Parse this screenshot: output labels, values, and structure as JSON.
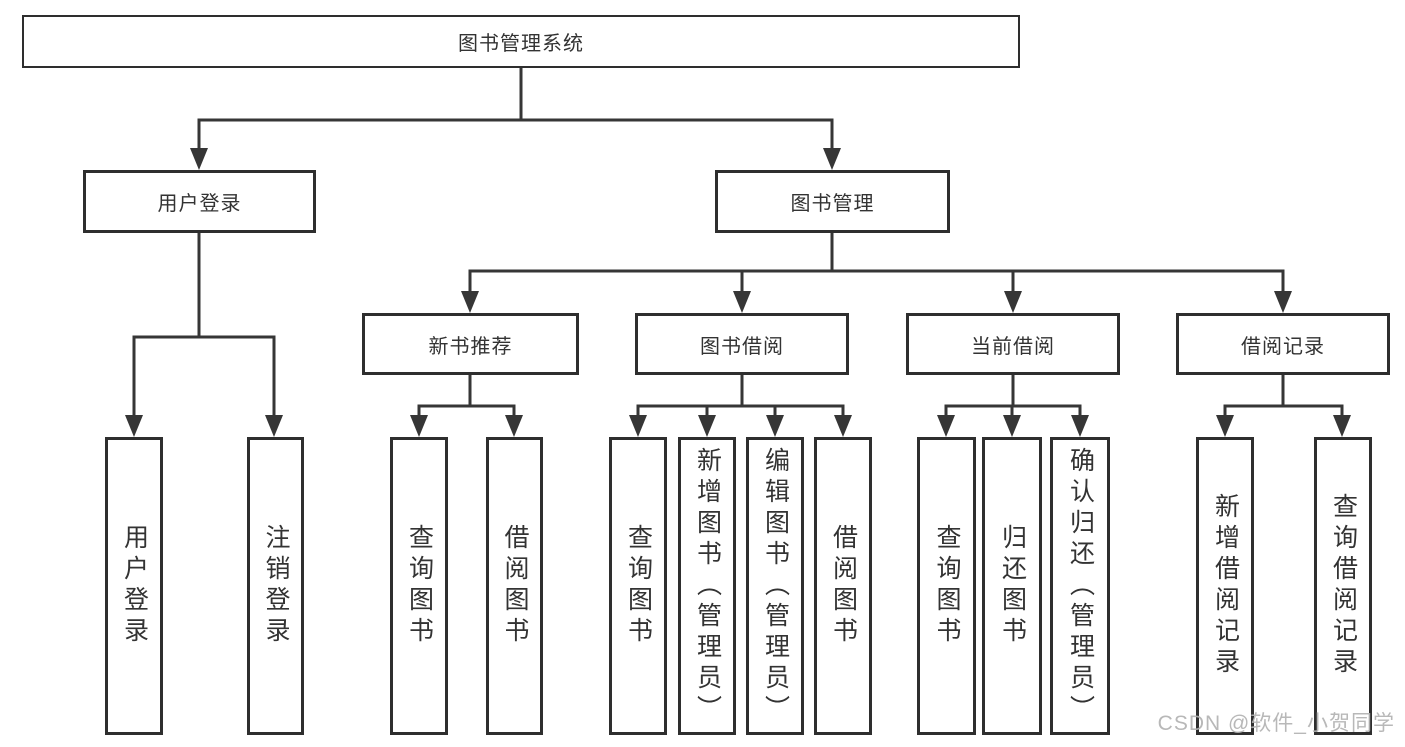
{
  "tree": {
    "root": "图书管理系统",
    "children": [
      {
        "label": "用户登录",
        "children": [
          "用户登录",
          "注销登录"
        ]
      },
      {
        "label": "图书管理",
        "children": [
          {
            "label": "新书推荐",
            "children": [
              "查询图书",
              "借阅图书"
            ]
          },
          {
            "label": "图书借阅",
            "children": [
              "查询图书",
              "新增图书（管理员）",
              "编辑图书（管理员）",
              "借阅图书"
            ]
          },
          {
            "label": "当前借阅",
            "children": [
              "查询图书",
              "归还图书",
              "确认归还（管理员）"
            ]
          },
          {
            "label": "借阅记录",
            "children": [
              "新增借阅记录",
              "查询借阅记录"
            ]
          }
        ]
      }
    ]
  },
  "watermark": "CSDN @软件_小贺同学",
  "colors": {
    "line": "#363636",
    "box_border": "#2e2e2e",
    "text": "#333333",
    "watermark": "#b2b2b2",
    "background": "#ffffff"
  }
}
